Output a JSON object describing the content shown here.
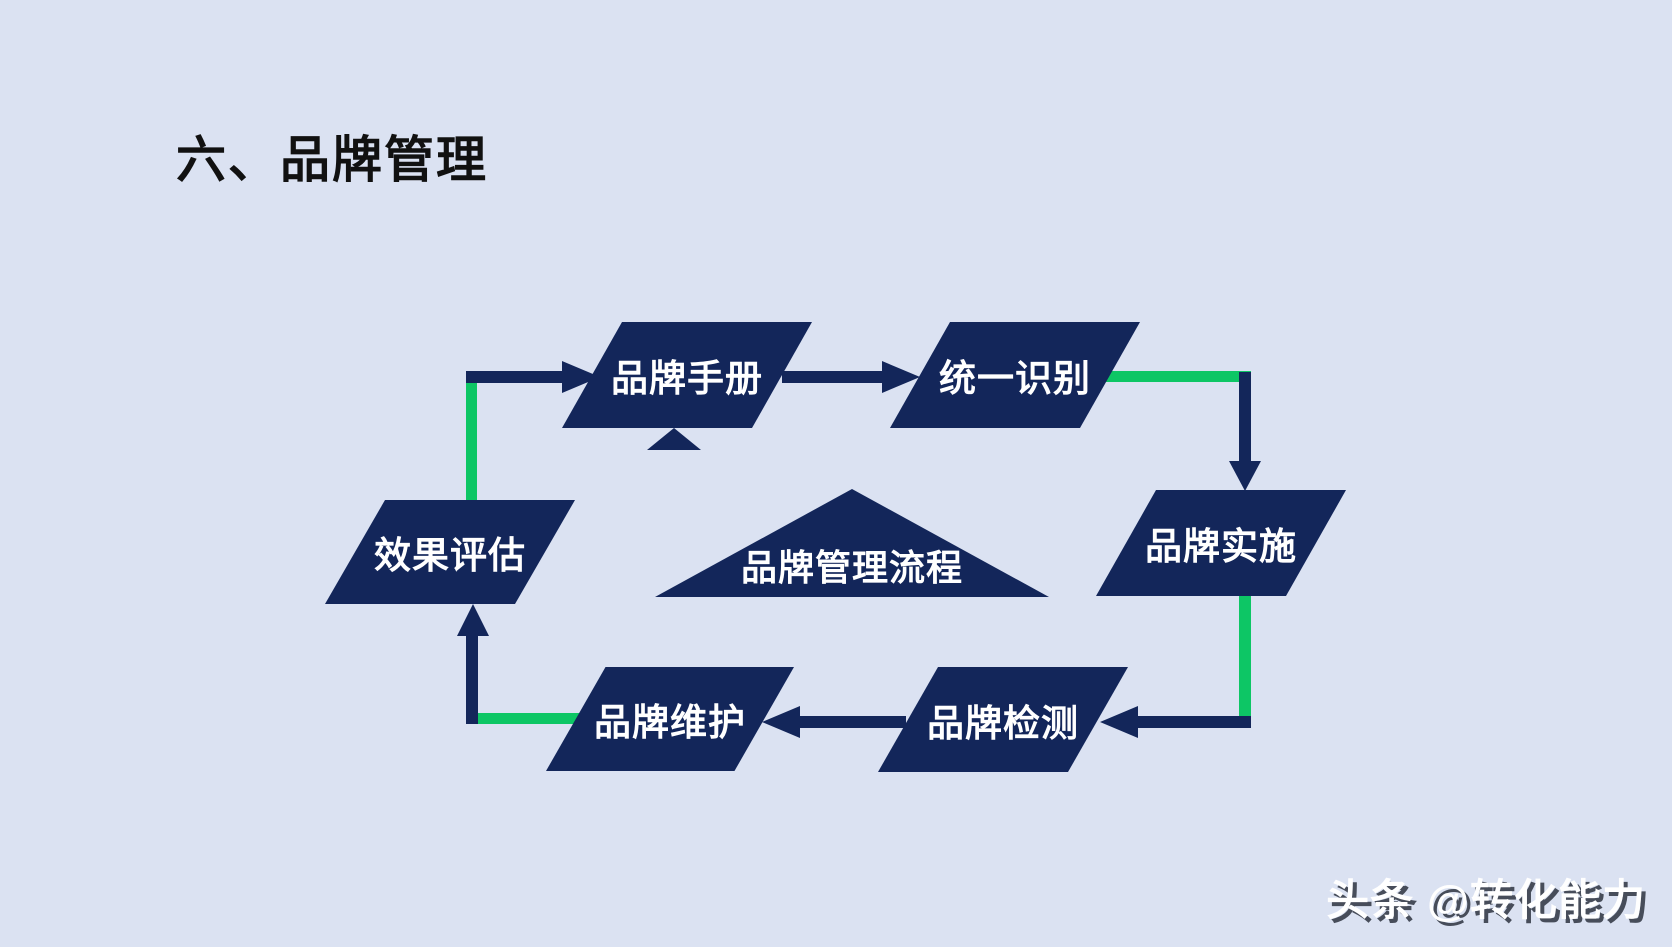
{
  "slide": {
    "title": "六、品牌管理",
    "watermark": "头条 @转化能力"
  },
  "colors": {
    "background": "#dbe2f2",
    "navy": "#13265a",
    "green": "#0dc665",
    "label_text": "#ffffff",
    "title_text": "#111111"
  },
  "diagram": {
    "center_label": "品牌管理流程",
    "nodes": [
      {
        "id": "brand-manual",
        "label": "品牌手册"
      },
      {
        "id": "unified-identity",
        "label": "统一识别"
      },
      {
        "id": "brand-implementation",
        "label": "品牌实施"
      },
      {
        "id": "brand-monitoring",
        "label": "品牌检测"
      },
      {
        "id": "brand-maintenance",
        "label": "品牌维护"
      },
      {
        "id": "effect-evaluation",
        "label": "效果评估"
      }
    ],
    "flow": [
      "品牌手册",
      "统一识别",
      "品牌实施",
      "品牌检测",
      "品牌维护",
      "效果评估",
      "品牌手册"
    ]
  }
}
